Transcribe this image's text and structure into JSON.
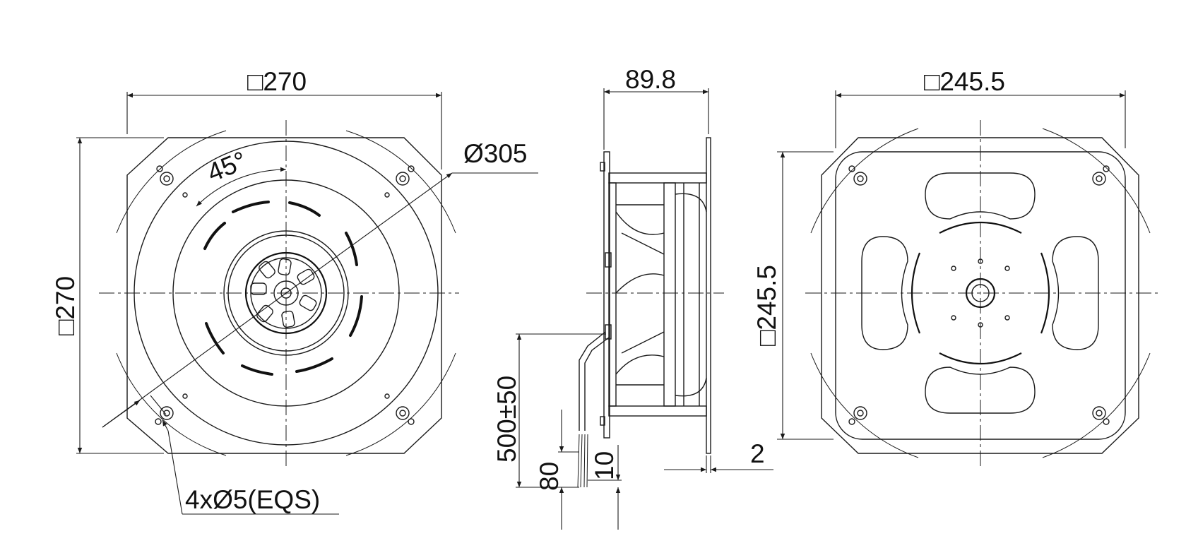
{
  "front_view": {
    "width_label": "□270",
    "height_label": "□270",
    "diameter_label": "Ø305",
    "angle_label": "45°",
    "holes_label": "4xØ5(EQS)"
  },
  "side_view": {
    "depth_label": "89.8",
    "cable_length_label": "500±50",
    "strip_label": "80",
    "wire_end_label": "10",
    "flange_label": "2"
  },
  "rear_view": {
    "width_label": "□245.5",
    "height_label": "□245.5"
  }
}
